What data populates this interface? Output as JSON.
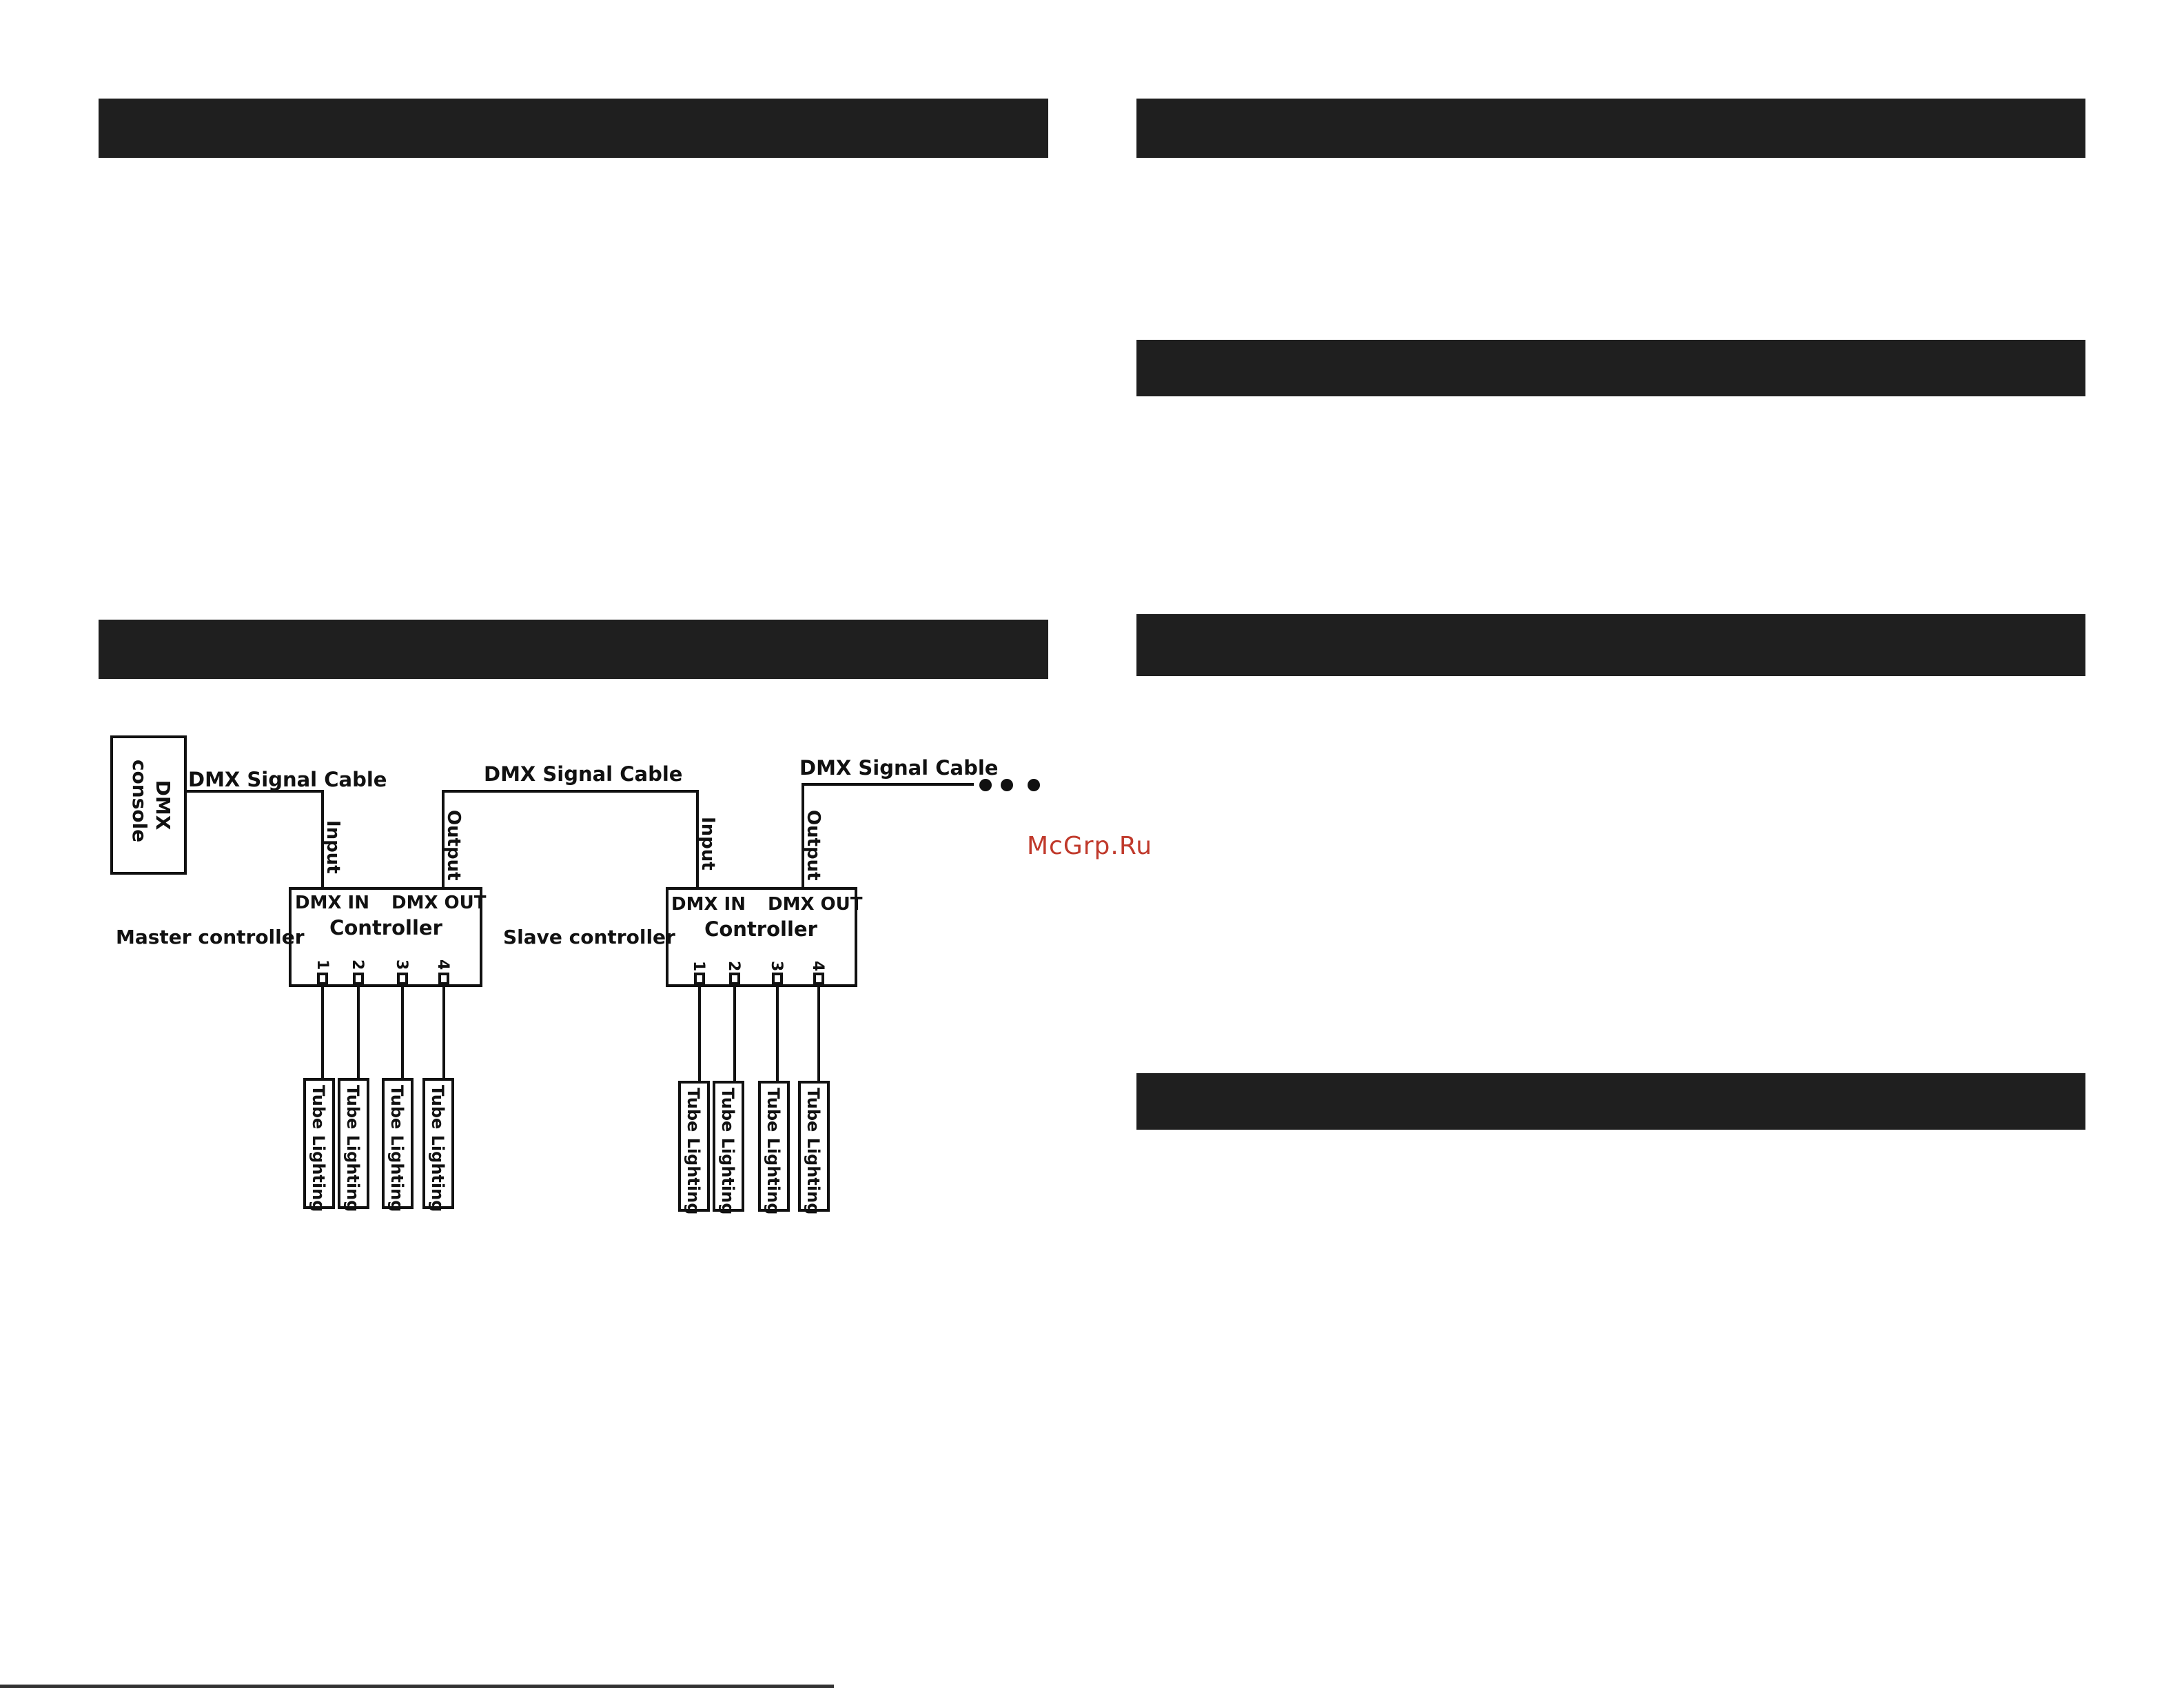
{
  "diagram": {
    "console_label_line1": "DMX",
    "console_label_line2": "console",
    "signal_cable_labels": [
      "DMX Signal Cable",
      "DMX Signal Cable",
      "DMX Signal Cable"
    ],
    "master_label": "Master controller",
    "slave_label": "Slave controller",
    "controller_title": "Controller",
    "dmx_in_label": "DMX IN",
    "dmx_out_label": "DMX OUT",
    "input_label": "Input",
    "output_label": "Output",
    "port_numbers": [
      "1",
      "2",
      "3",
      "4"
    ],
    "tube_label": "Tube Lighting"
  },
  "watermark": "McGrp.Ru",
  "colors": {
    "bar": "#1f1f1f",
    "line": "#111111",
    "watermark": "#c0392b"
  }
}
